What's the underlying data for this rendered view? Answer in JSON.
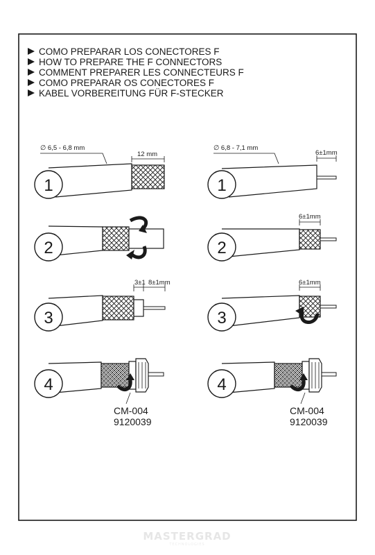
{
  "header": {
    "lines": [
      "COMO PREPARAR LOS CONECTORES F",
      "HOW TO PREPARE THE F CONNECTORS",
      "COMMENT PREPARER LES CONNECTEURS F",
      "COMO PREPARAR OS CONECTORES F",
      "KABEL VORBEREITUNG FÜR F-STECKER"
    ]
  },
  "left_column": {
    "diameter_label": "∅ 6,5 - 6,8 mm",
    "step1_dim": "12 mm",
    "step3_dim_a": "3±1",
    "step3_dim_b": "8±1mm",
    "connector_code": "CM-004",
    "connector_number": "9120039"
  },
  "right_column": {
    "diameter_label": "∅ 6,8 - 7,1 mm",
    "step1_dim": "6±1mm",
    "step2_dim": "6±1mm",
    "step3_dim": "6±1mm",
    "connector_code": "CM-004",
    "connector_number": "9120039"
  },
  "steps": [
    "1",
    "2",
    "3",
    "4"
  ],
  "watermark": {
    "brand": "MASTERGRAD",
    "tagline": "TECHNOLOGIES"
  }
}
